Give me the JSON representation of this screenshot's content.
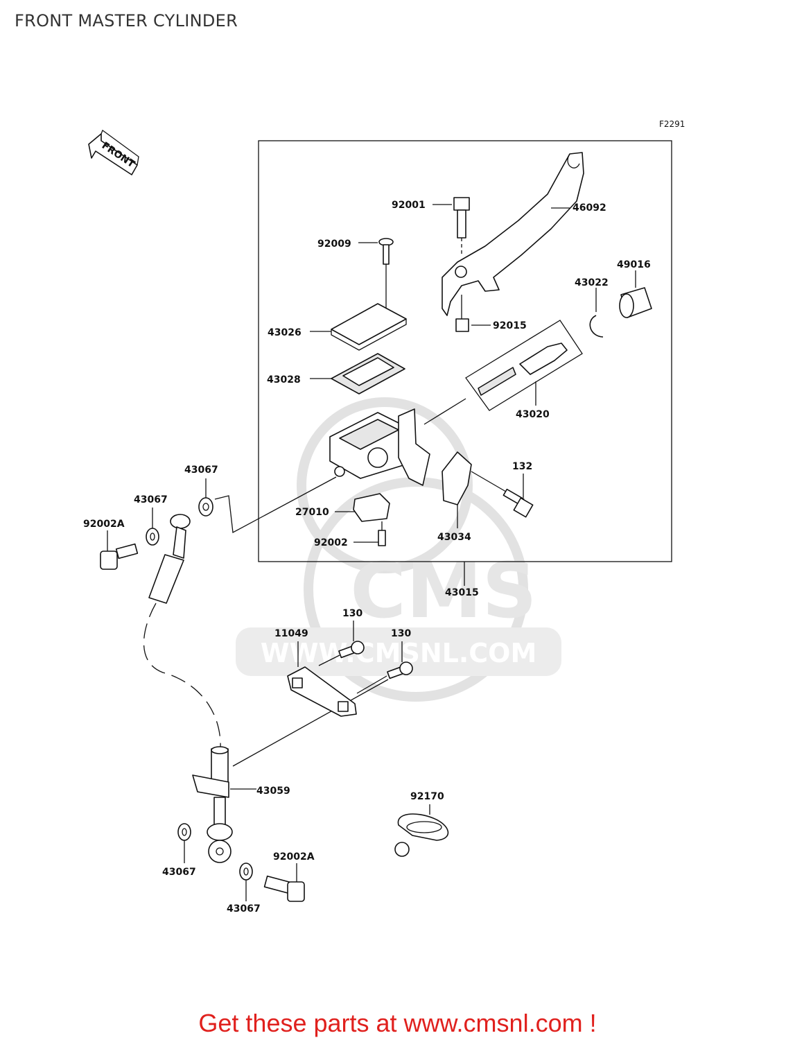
{
  "title": "FRONT MASTER CYLINDER",
  "figure_ref": "F2291",
  "front_arrow": "FRONT",
  "watermark": {
    "logo": "CMS",
    "url": "WWW.CMSNL.COM"
  },
  "footer": "Get these parts at www.cmsnl.com !",
  "parts": {
    "p92001": "92001",
    "p46092": "46092",
    "p92009": "92009",
    "p49016": "49016",
    "p43022": "43022",
    "p43026": "43026",
    "p92015": "92015",
    "p43028": "43028",
    "p43020": "43020",
    "p43067_a": "43067",
    "p132": "132",
    "p43067_b": "43067",
    "p27010": "27010",
    "p92002A_a": "92002A",
    "p43034": "43034",
    "p92002": "92002",
    "p43015": "43015",
    "p130_a": "130",
    "p11049": "11049",
    "p130_b": "130",
    "p43059": "43059",
    "p92170": "92170",
    "p92002A_b": "92002A",
    "p43067_c": "43067",
    "p43067_d": "43067"
  }
}
